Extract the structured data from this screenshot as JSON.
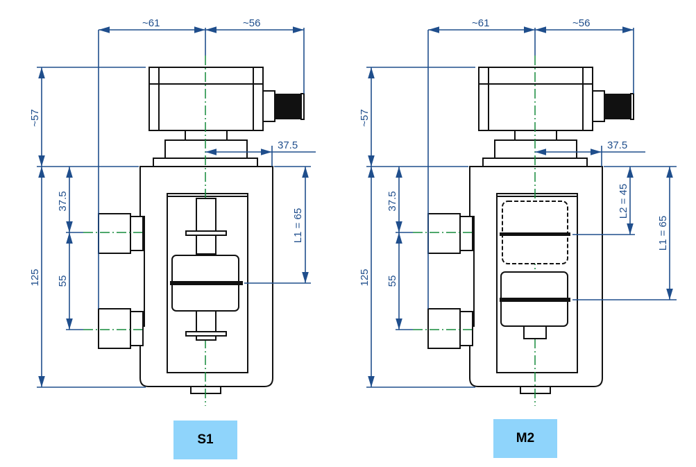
{
  "colors": {
    "dimension": "#1f4e8c",
    "centerline": "#138a3a",
    "label_bg": "#8fd4fb"
  },
  "dimensions": {
    "left_width": "~61",
    "right_width": "~56",
    "head_height": "~57",
    "body_height": "125",
    "port_offset": "37.5",
    "port_spacing": "55",
    "flange_radius": "37.5",
    "l1": "L1 = 65",
    "l2": "L2 = 45"
  },
  "variants": [
    {
      "label": "S1"
    },
    {
      "label": "M2"
    }
  ]
}
